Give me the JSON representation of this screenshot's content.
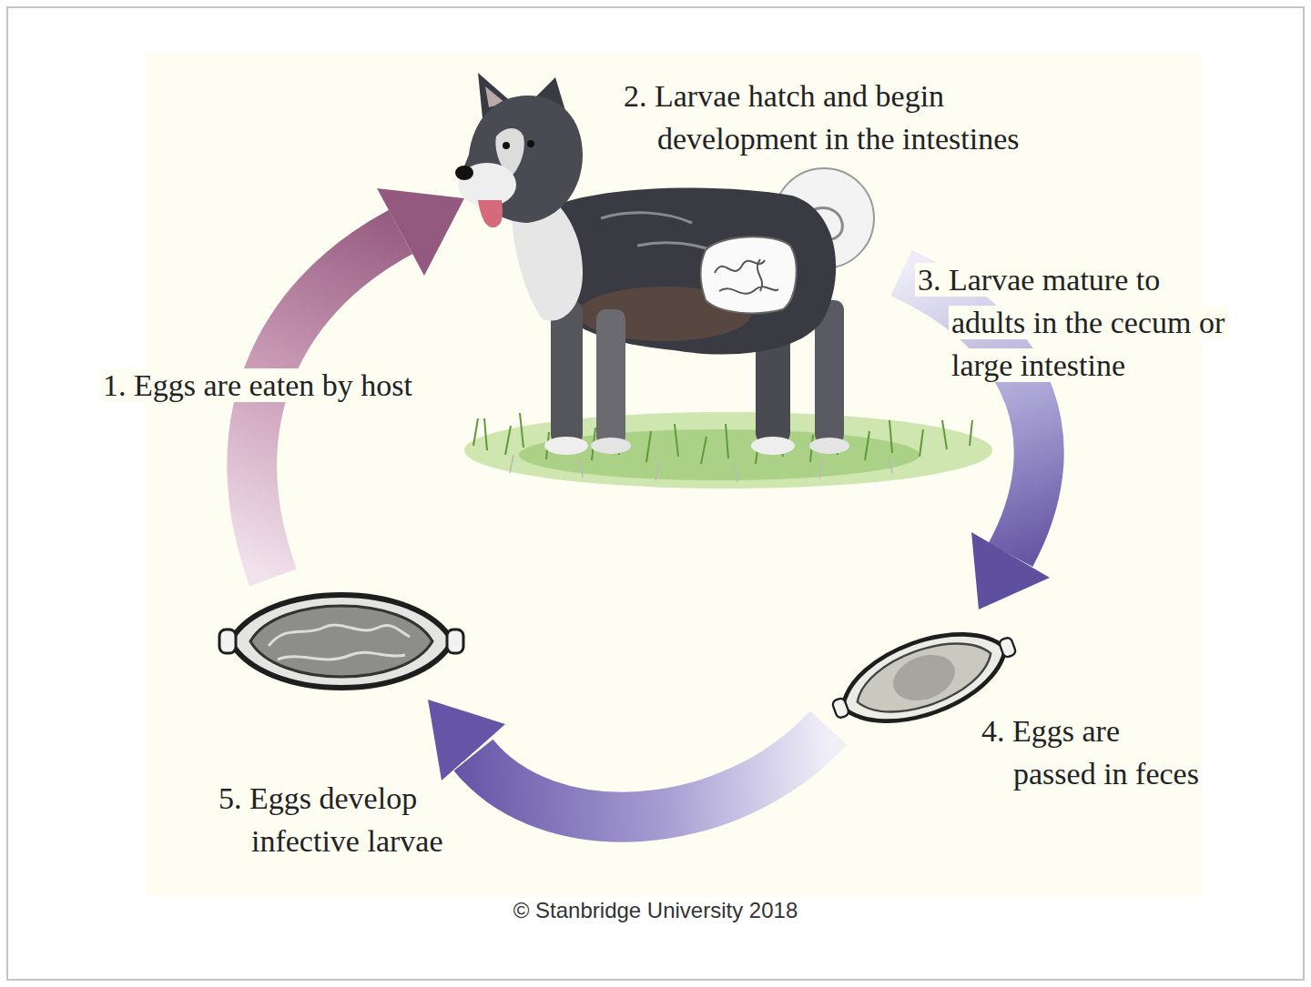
{
  "diagram": {
    "labels": [
      "1. Eggs are eaten by host",
      "2. Larvae hatch and begin development in the intestines",
      "3. Larvae mature to adults in the cecum or large intestine",
      "4. Eggs are passed in feces",
      "5. Eggs develop infective larvae",
      "© Stanbridge University 2018"
    ]
  }
}
